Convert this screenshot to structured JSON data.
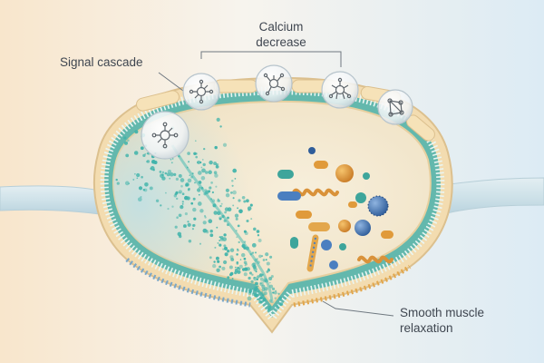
{
  "labels": {
    "signal_cascade": "Signal cascade",
    "calcium_line1": "Calcium",
    "calcium_line2": "decrease",
    "relaxation_line1": "Smooth muscle",
    "relaxation_line2": "relaxation"
  },
  "colors": {
    "membrane_outer": "#f3dcb0",
    "membrane_teal": "#63b8ad",
    "cytoplasm": "#f5ecd6",
    "vessel": "#cfe3ea",
    "particles": "#3fb3aa",
    "annotation_text": "#3f4650"
  },
  "icons": [
    "receptor-sphere-icon",
    "molecule-network-icon"
  ]
}
